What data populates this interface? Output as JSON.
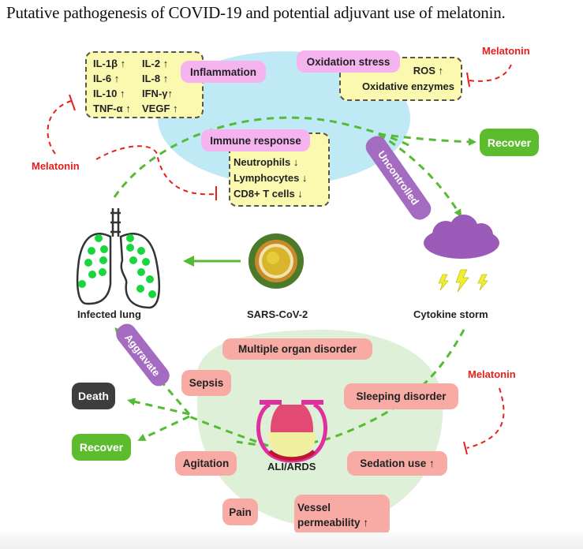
{
  "title": "Putative pathogenesis of COVID-19 and potential adjuvant use of melatonin.",
  "colors": {
    "pink_label": "#f5b3ef",
    "yellow_box": "#fbf8b0",
    "salmon_label": "#f8aaa4",
    "recover_green": "#5cbc2e",
    "death_dark": "#3d3d3d",
    "purple_tag": "#a36cc0",
    "melatonin_red": "#e8201c",
    "blue_blob": "#bfe9f4",
    "green_blob": "#dff0d8",
    "arrow_green": "#55bb33"
  },
  "inflammation": {
    "label": "Inflammation",
    "markers": [
      "IL-1β ↑",
      "IL-2 ↑",
      "IL-6 ↑",
      "IL-8 ↑",
      "IL-10 ↑",
      "IFN-γ↑",
      "TNF-α ↑",
      "VEGF ↑"
    ]
  },
  "oxidation": {
    "label": "Oxidation stress",
    "markers": [
      "ROS ↑",
      "Oxidative enzymes"
    ]
  },
  "immune": {
    "label": "Immune response",
    "markers": [
      "Neutrophils ↓",
      "Lymphocytes ↓",
      "CD8+ T cells ↓"
    ]
  },
  "outcomes": {
    "recover_top": "Recover",
    "recover_bottom": "Recover",
    "death": "Death"
  },
  "tags": {
    "uncontrolled": "Uncontrolled",
    "aggravate": "Aggravate"
  },
  "nodes": {
    "infected_lung": "Infected lung",
    "sars_cov_2": "SARS-CoV-2",
    "cytokine_storm": "Cytokine storm",
    "ali_ards": "ALI/ARDS"
  },
  "complications": [
    "Multiple organ disorder",
    "Sepsis",
    "Sleeping disorder",
    "Agitation",
    "Sedation use ↑",
    "Pain",
    "Vessel",
    "permeability ↑"
  ],
  "melatonin": {
    "top_right": "Melatonin",
    "left": "Melatonin",
    "bottom_right": "Melatonin"
  }
}
